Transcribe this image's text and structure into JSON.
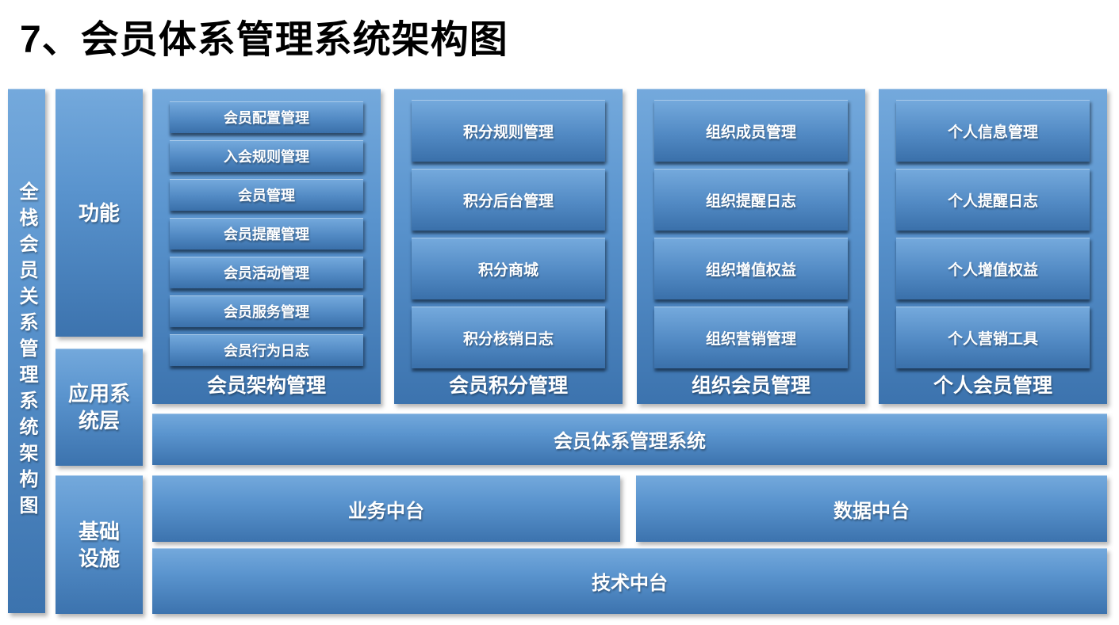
{
  "title": "7、会员体系管理系统架构图",
  "side_label": "全栈会员关系管理系统架构图",
  "layers": {
    "function": "功能",
    "application": "应用系\n统层",
    "infrastructure": "基础\n设施"
  },
  "groups": [
    {
      "label": "会员架构管理",
      "items": [
        "会员配置管理",
        "入会规则管理",
        "会员管理",
        "会员提醒管理",
        "会员活动管理",
        "会员服务管理",
        "会员行为日志"
      ]
    },
    {
      "label": "会员积分管理",
      "items": [
        "积分规则管理",
        "积分后台管理",
        "积分商城",
        "积分核销日志"
      ]
    },
    {
      "label": "组织会员管理",
      "items": [
        "组织成员管理",
        "组织提醒日志",
        "组织增值权益",
        "组织营销管理"
      ]
    },
    {
      "label": "个人会员管理",
      "items": [
        "个人信息管理",
        "个人提醒日志",
        "个人增值权益",
        "个人营销工具"
      ]
    }
  ],
  "system_bar": "会员体系管理系统",
  "platform_bars": [
    "业务中台",
    "数据中台"
  ],
  "tech_bar": "技术中台",
  "colors": {
    "block_gradient_top": "#74a9dc",
    "block_gradient_bottom": "#3c73ae",
    "button_shadow": "#132842",
    "text": "#ffffff",
    "title_text": "#000000",
    "background": "#ffffff"
  }
}
